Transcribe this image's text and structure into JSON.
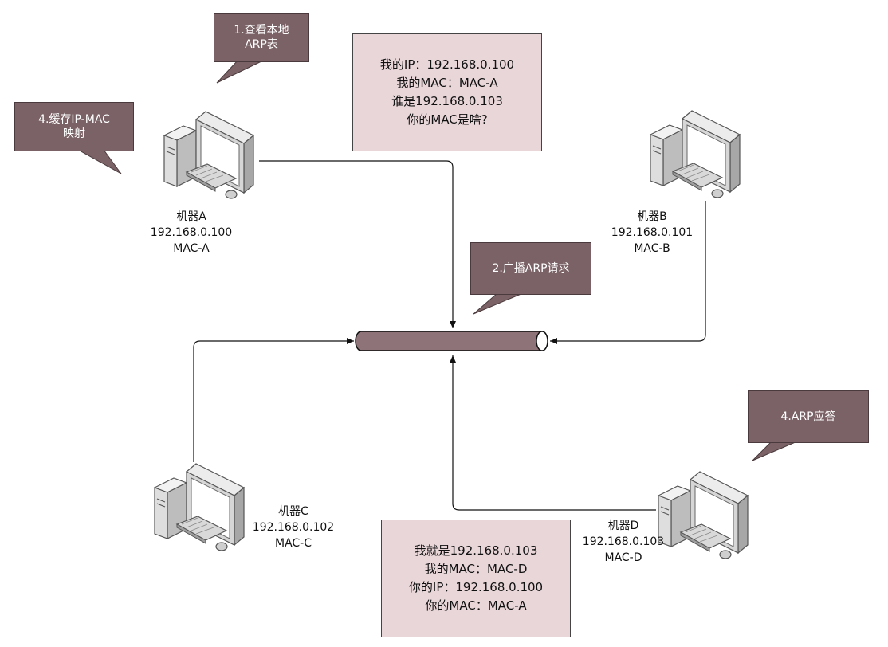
{
  "callouts": {
    "check_arp": {
      "line1": "1.查看本地",
      "line2": "ARP表"
    },
    "cache_mapping": {
      "line1": "4.缓存IP-MAC",
      "line2": "映射"
    },
    "broadcast": {
      "line1": "2.广播ARP请求"
    },
    "reply": {
      "line1": "4.ARP应答"
    }
  },
  "request_note": {
    "line1": "我的IP：192.168.0.100",
    "line2": "我的MAC：MAC-A",
    "line3": "谁是192.168.0.103",
    "line4": "你的MAC是啥?"
  },
  "reply_note": {
    "line1": "我就是192.168.0.103",
    "line2": "我的MAC：MAC-D",
    "line3": "你的IP：192.168.0.100",
    "line4": "你的MAC：MAC-A"
  },
  "machines": {
    "a": {
      "name": "机器A",
      "ip": "192.168.0.100",
      "mac": "MAC-A"
    },
    "b": {
      "name": "机器B",
      "ip": "192.168.0.101",
      "mac": "MAC-B"
    },
    "c": {
      "name": "机器C",
      "ip": "192.168.0.102",
      "mac": "MAC-C"
    },
    "d": {
      "name": "机器D",
      "ip": "192.168.0.103",
      "mac": "MAC-D"
    }
  },
  "colors": {
    "callout_fill": "#7a6266",
    "note_fill": "#e8d6d9",
    "bus_fill": "#8e7478"
  },
  "icons": [
    "desktop-computer-icon",
    "network-bus"
  ]
}
